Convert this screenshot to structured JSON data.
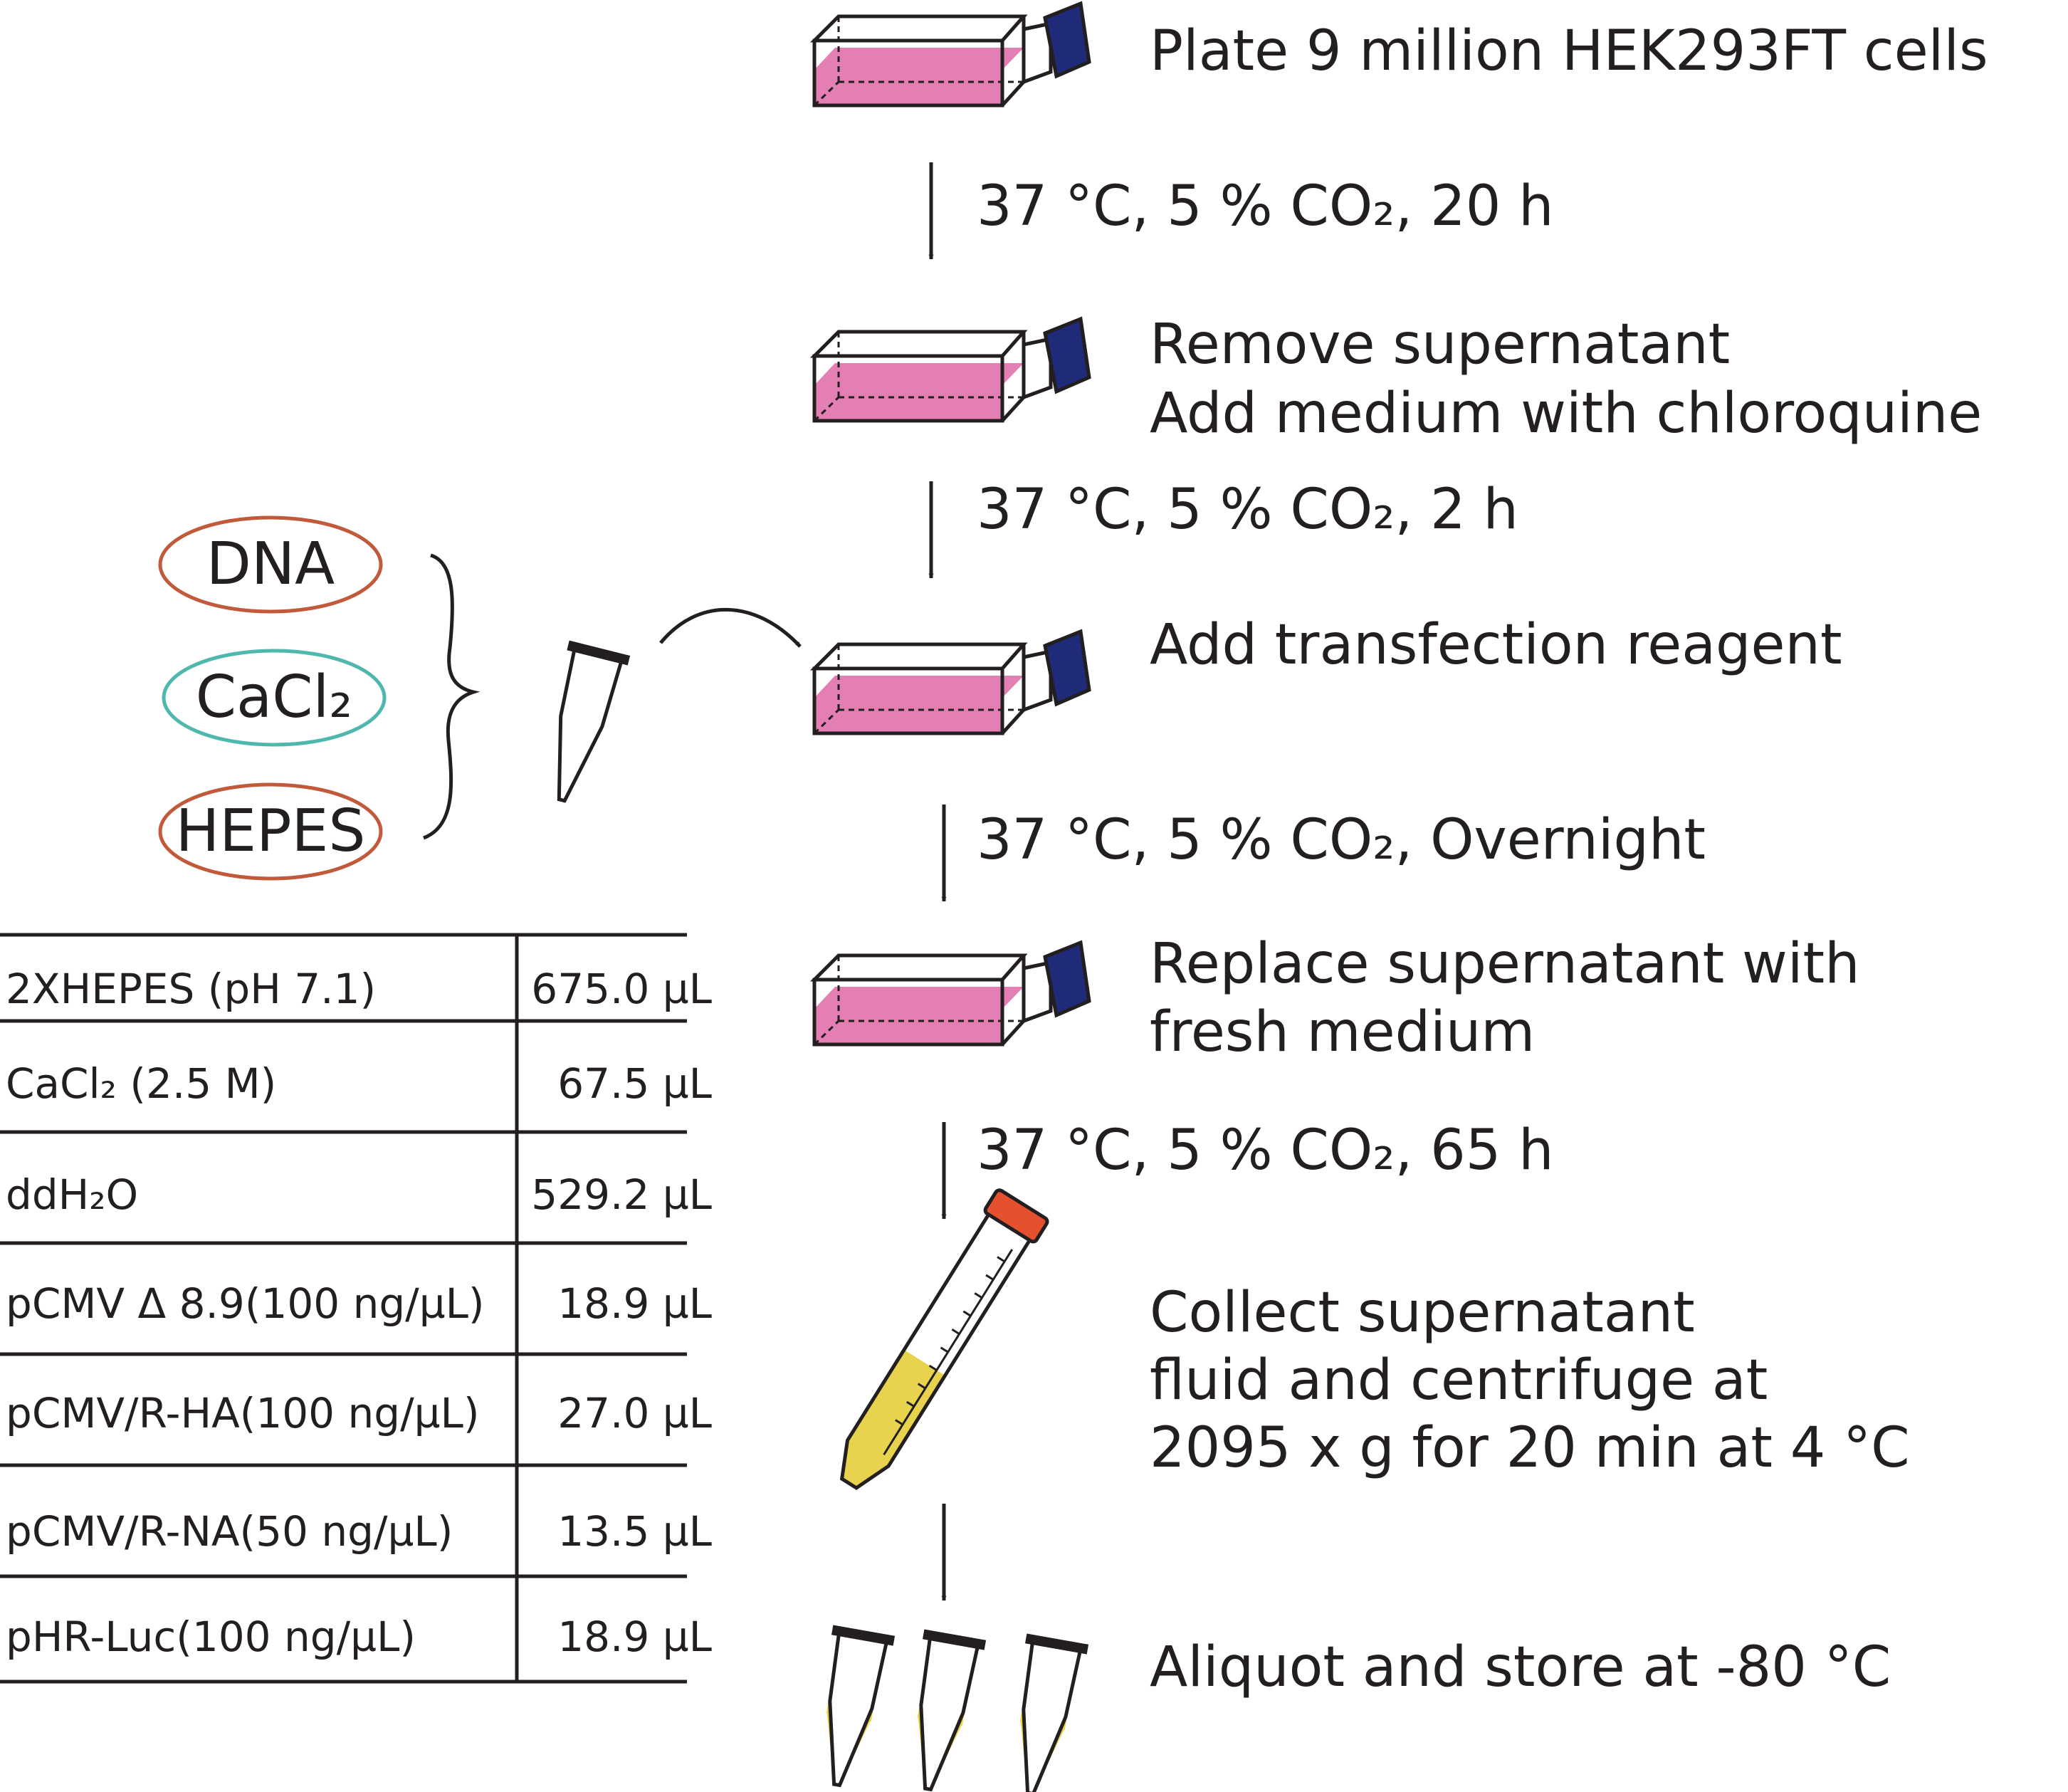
{
  "colors": {
    "ink": "#231f20",
    "medium_pink": "#e37fb3",
    "cap_blue": "#1f2a78",
    "dna_oval": "#c15a3a",
    "cacl2_oval": "#4fb8ad",
    "hepes_oval": "#c15a3a",
    "reagent_cream": "#f7ecc0",
    "supernatant_yellow": "#e8d34e",
    "tube_cap_orange": "#e5502f"
  },
  "icons": [
    "culture-flask-icon",
    "microcentrifuge-tube-icon",
    "conical-tube-icon",
    "arrow-down-icon",
    "curved-arrow-icon",
    "curly-brace-icon"
  ],
  "steps": [
    "Plate 9 million HEK293FT cells",
    "Remove supernatant",
    "Add medium with chloroquine",
    "Add transfection reagent",
    "Replace supernatant with",
    "fresh medium",
    "Collect supernatant",
    "fluid and centrifuge at",
    "2095 x g for 20 min at 4 °C",
    "Aliquot and store at -80 °C"
  ],
  "conditions": [
    "37 °C, 5 % CO₂, 20 h",
    "37 °C, 5 % CO₂, 2 h",
    "37 °C, 5 % CO₂, Overnight",
    "37 °C, 5 % CO₂, 65 h"
  ],
  "reagents": [
    "DNA",
    "CaCl₂",
    "HEPES"
  ],
  "recipe": {
    "rows": [
      {
        "name": "2XHEPES (pH 7.1)",
        "volume": "675.0 µL"
      },
      {
        "name": "CaCl₂ (2.5 M)",
        "volume": "67.5 µL"
      },
      {
        "name": "ddH₂O",
        "volume": "529.2 µL"
      },
      {
        "name": "pCMV Δ 8.9(100 ng/µL)",
        "volume": "18.9 µL"
      },
      {
        "name": "pCMV/R-HA(100 ng/µL)",
        "volume": "27.0 µL"
      },
      {
        "name": "pCMV/R-NA(50 ng/µL)",
        "volume": "13.5 µL"
      },
      {
        "name": "pHR-Luc(100 ng/µL)",
        "volume": "18.9 µL"
      }
    ]
  }
}
